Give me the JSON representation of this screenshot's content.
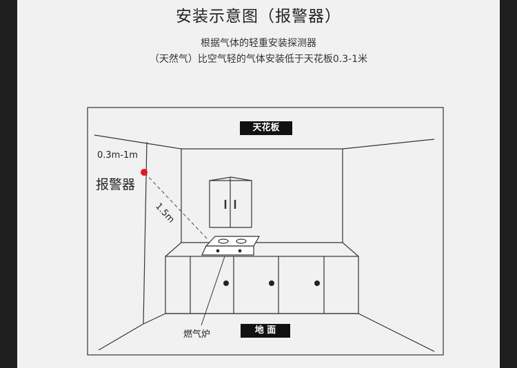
{
  "header": {
    "title": "安装示意图（报警器）",
    "line1": "根据气体的轻重安装探测器",
    "line2": "（天然气）比空气轻的气体安装低于天花板0.3-1米"
  },
  "diagram": {
    "ceiling_label": "天花板",
    "floor_label": "地  面",
    "distance_label": "0.3m-1m",
    "alarm_label": "报警器",
    "slant_label": "1.5m",
    "stove_label": "燃气炉",
    "alarm_color": "#e8141c"
  }
}
